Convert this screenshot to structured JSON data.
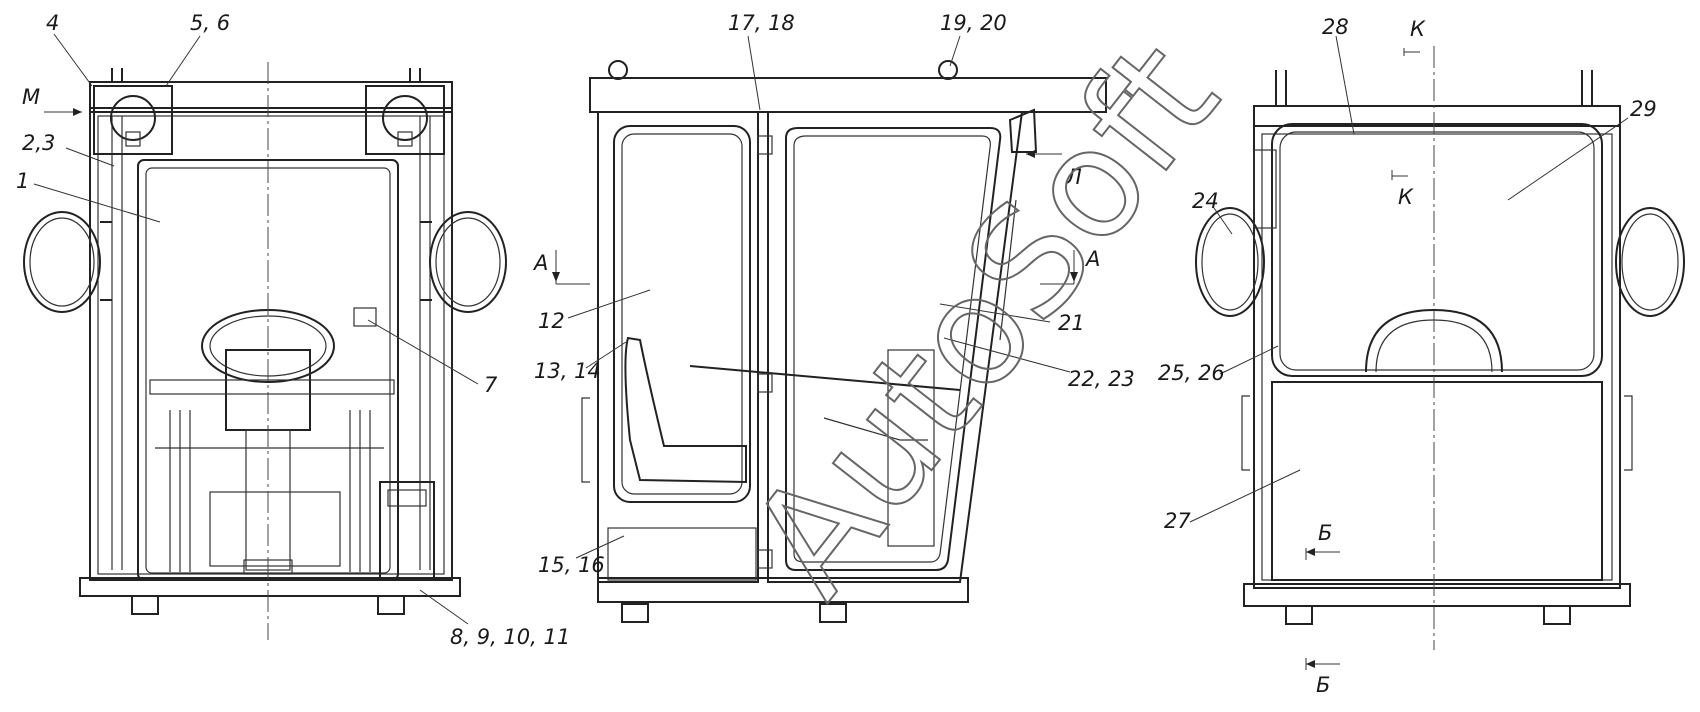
{
  "title": "",
  "watermark": "AutoSoft",
  "callouts": {
    "c4": "4",
    "c5_6": "5, 6",
    "cM": "М",
    "c2_3": "2,3",
    "c1": "1",
    "c7": "7",
    "c8_11": "8, 9, 10, 11",
    "c17_18": "17, 18",
    "c19_20": "19, 20",
    "cA_left": "А",
    "cA_right": "А",
    "cL": "Л",
    "c12": "12",
    "c13_14": "13, 14",
    "c21": "21",
    "c22_23": "22, 23",
    "c15_16": "15, 16",
    "c28": "28",
    "cK_top": "К",
    "cK_mid": "К",
    "c29": "29",
    "c24": "24",
    "c25_26": "25, 26",
    "c27": "27",
    "cB_mid": "Б",
    "cB_bot": "Б"
  }
}
